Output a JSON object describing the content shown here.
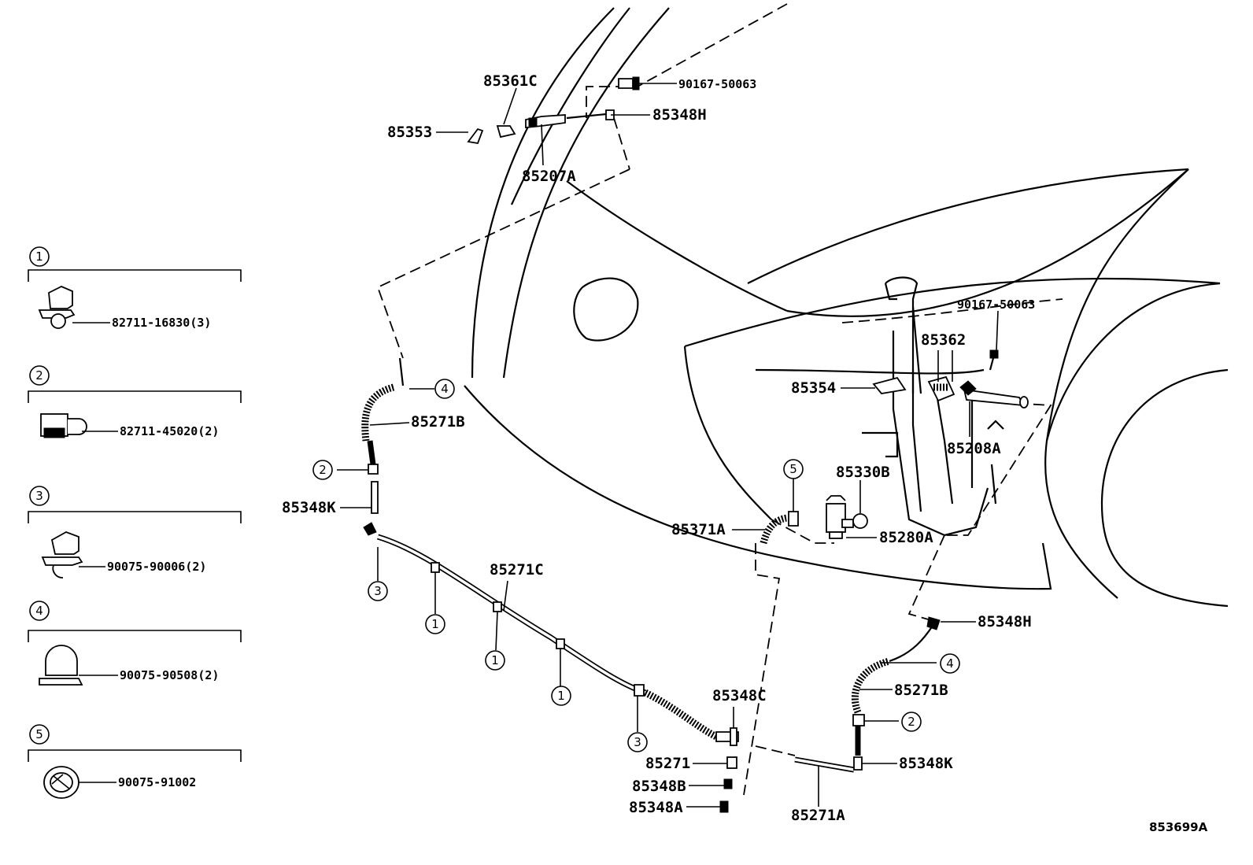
{
  "diagram_ref": "853699A",
  "callouts": {
    "c_85361C": "85361C",
    "c_90167_top": "90167-50063",
    "c_85348H_top": "85348H",
    "c_85353": "85353",
    "c_85207A": "85207A",
    "c_85271B_left": "85271B",
    "c_85348K_left": "85348K",
    "c_85271C": "85271C",
    "c_90167_right": "90167-50063",
    "c_85362": "85362",
    "c_85354": "85354",
    "c_85208A": "85208A",
    "c_85330B": "85330B",
    "c_85371A": "85371A",
    "c_85280A": "85280A",
    "c_85348H_low": "85348H",
    "c_85271B_right": "85271B",
    "c_85348C": "85348C",
    "c_85271": "85271",
    "c_85348B": "85348B",
    "c_85348A": "85348A",
    "c_85271A": "85271A",
    "c_85348K_right": "85348K"
  },
  "legend": [
    {
      "num": "1",
      "part": "82711-16830(3)",
      "icon": "clip-icon"
    },
    {
      "num": "2",
      "part": "82711-45020(2)",
      "icon": "clamp-icon"
    },
    {
      "num": "3",
      "part": "90075-90006(2)",
      "icon": "clip-icon"
    },
    {
      "num": "4",
      "part": "90075-90508(2)",
      "icon": "hose-clip-icon"
    },
    {
      "num": "5",
      "part": "90075-91002",
      "icon": "grommet-icon"
    }
  ],
  "markers": {
    "m1a": "1",
    "m1b": "1",
    "m1c": "1",
    "m2a": "2",
    "m2b": "2",
    "m3a": "3",
    "m3b": "3",
    "m4a": "4",
    "m4b": "4",
    "m5": "5"
  }
}
